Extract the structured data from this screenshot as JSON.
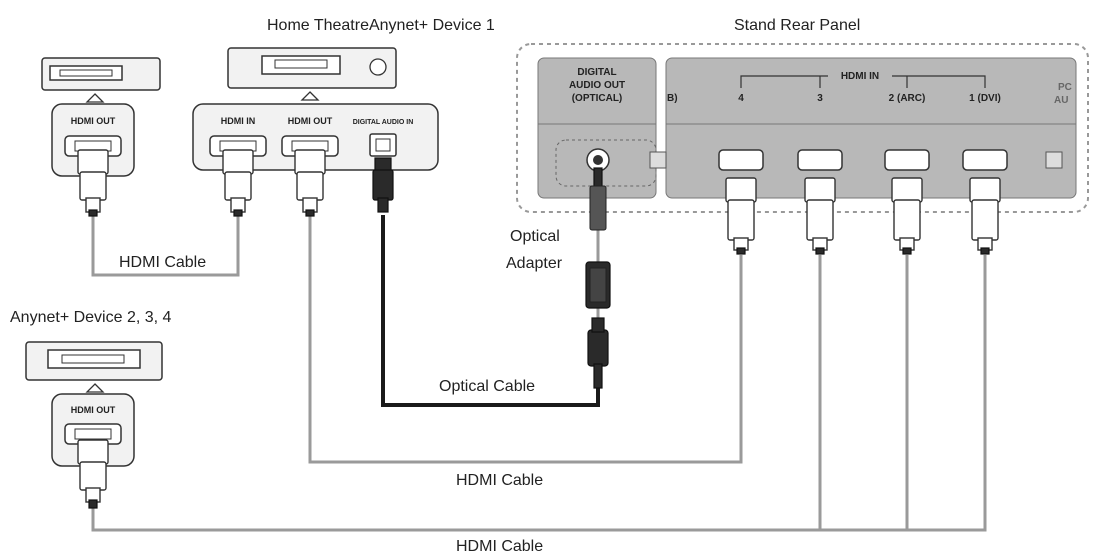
{
  "labels": {
    "home_theatre": "Home TheatreAnynet+ Device 1",
    "stand_rear_panel": "Stand Rear Panel",
    "anynet_devices": "Anynet+ Device 2, 3, 4",
    "hdmi_cable_1": "HDMI Cable",
    "hdmi_cable_2": "HDMI Cable",
    "hdmi_cable_3": "HDMI Cable",
    "optical_cable": "Optical Cable",
    "optical_adapter_line1": "Optical",
    "optical_adapter_line2": "Adapter"
  },
  "ports": {
    "device_top_hdmi_out": "HDMI OUT",
    "ht_hdmi_in": "HDMI IN",
    "ht_hdmi_out": "HDMI OUT",
    "ht_digital_audio_in": "DIGITAL AUDIO IN",
    "device_bottom_hdmi_out": "HDMI OUT"
  },
  "panel": {
    "digital_audio_line1": "DIGITAL",
    "digital_audio_line2": "AUDIO OUT",
    "digital_audio_line3": "(OPTICAL)",
    "left_cut": "B)",
    "hdmi_in": "HDMI IN",
    "port_4": "4",
    "port_3": "3",
    "port_2": "2 (ARC)",
    "port_1": "1 (DVI)",
    "right_cut_1": "PC",
    "right_cut_2": "AU"
  }
}
